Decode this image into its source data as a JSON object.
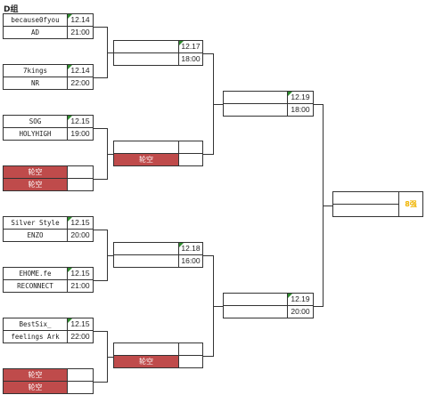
{
  "group": "D组",
  "bye": "轮空",
  "r1": [
    {
      "team_a": "because0fyou",
      "team_b": "AD",
      "date": "12.14",
      "time": "21:00"
    },
    {
      "team_a": "7kings",
      "team_b": "NR",
      "date": "12.14",
      "time": "22:00"
    },
    {
      "team_a": "SOG",
      "team_b": "HOLYHIGH",
      "date": "12.15",
      "time": "19:00"
    },
    {
      "team_a": "轮空",
      "team_b": "轮空",
      "date": "",
      "time": ""
    },
    {
      "team_a": "Silver Style",
      "team_b": "ENZO",
      "date": "12.15",
      "time": "20:00"
    },
    {
      "team_a": "EHOME.fe",
      "team_b": "RECONNECT",
      "date": "12.15",
      "time": "21:00"
    },
    {
      "team_a": "BestSix_",
      "team_b": "feelings Ark",
      "date": "12.15",
      "time": "22:00"
    },
    {
      "team_a": "轮空",
      "team_b": "轮空",
      "date": "",
      "time": ""
    }
  ],
  "r2": [
    {
      "date": "12.17",
      "time": "18:00"
    },
    {
      "bye_label": "轮空"
    },
    {
      "date": "12.18",
      "time": "16:00"
    },
    {
      "bye_label": "轮空"
    }
  ],
  "r3": [
    {
      "date": "12.19",
      "time": "18:00"
    },
    {
      "date": "12.19",
      "time": "20:00"
    }
  ],
  "final": {
    "label": "8强"
  },
  "colors": {
    "bye_fill": "#bf4b4b",
    "marker": "#2e8b2e",
    "winner_text": "#f0b400",
    "line": "#333333"
  }
}
